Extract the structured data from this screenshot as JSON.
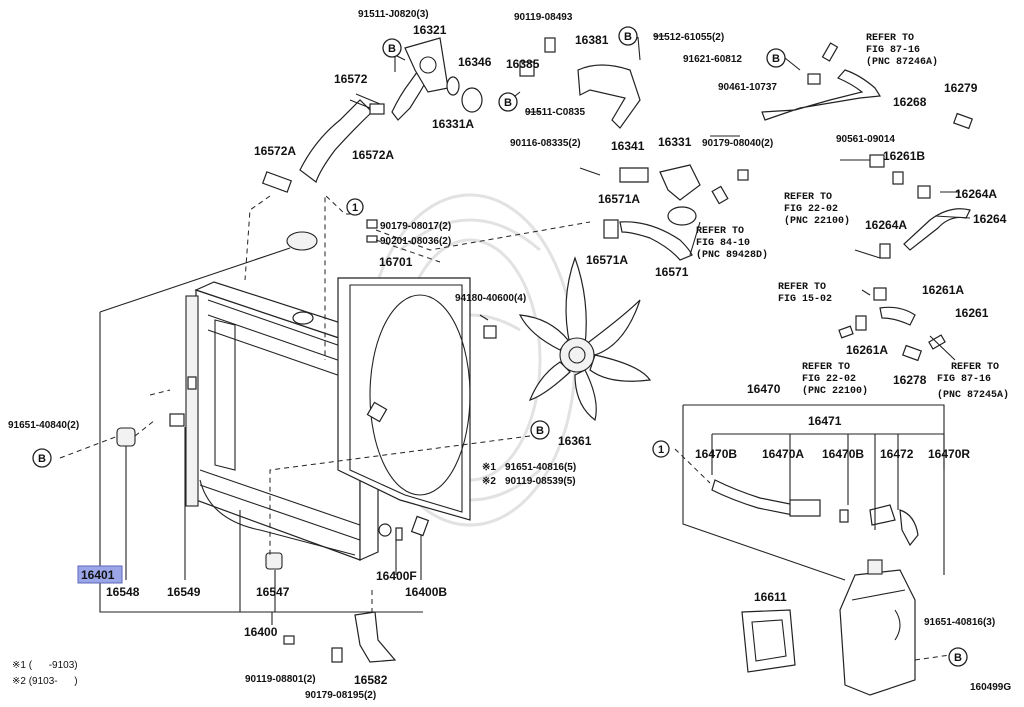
{
  "labels": {
    "p91511_J0820": "91511-J0820(3)",
    "p16321": "16321",
    "p90119_08493": "90119-08493",
    "p91512_61055": "91512-61055(2)",
    "p16381": "16381",
    "p16385": "16385",
    "p16346": "16346",
    "p16572": "16572",
    "p16331A": "16331A",
    "p16572A_top": "16572A",
    "p16572A_left": "16572A",
    "p91511_C0835": "91511-C0835",
    "p91621_60812": "91621-60812",
    "p90461_10737": "90461-10737",
    "p16279": "16279",
    "p16268": "16268",
    "p90116_08335": "90116-08335(2)",
    "p16341": "16341",
    "p16331": "16331",
    "p90179_08040": "90179-08040(2)",
    "p90561_09014": "90561-09014",
    "p16261B": "16261B",
    "p16264A_a": "16264A",
    "p16264A_b": "16264A",
    "p16264": "16264",
    "p16571A_a": "16571A",
    "p16571A_b": "16571A",
    "p16571": "16571",
    "p90179_08017": "90179-08017(2)",
    "p90201_08036": "90201-08036(2)",
    "p16701": "16701",
    "p94180_40600": "94180-40600(4)",
    "p16261A_a": "16261A",
    "p16261A_b": "16261A",
    "p16261": "16261",
    "p16278": "16278",
    "p16470": "16470",
    "p16471": "16471",
    "p16470B_a": "16470B",
    "p16470A": "16470A",
    "p16470B_b": "16470B",
    "p16472": "16472",
    "p16470R": "16470R",
    "p91651_40840": "91651-40840(2)",
    "p16361": "16361",
    "p91651_40816_5": "91651-40816(5)",
    "p90119_08539": "90119-08539(5)",
    "p16401": "16401",
    "p16548": "16548",
    "p16549": "16549",
    "p16547": "16547",
    "p16400F": "16400F",
    "p16400B": "16400B",
    "p16400": "16400",
    "p90119_08801": "90119-08801(2)",
    "p16582": "16582",
    "p90179_08195": "90179-08195(2)",
    "p16611": "16611",
    "p91651_40816_3": "91651-40816(3)"
  },
  "references": {
    "ref1_l1": "REFER TO",
    "ref1_l2": "FIG 87-16",
    "ref1_l3": "(PNC 87246A)",
    "ref2_l1": "REFER TO",
    "ref2_l2": "FIG 84-10",
    "ref2_l3": "(PNC 89428D)",
    "ref3_l1": "REFER TO",
    "ref3_l2": "FIG 22-02",
    "ref3_l3": "(PNC 22100)",
    "ref4_l1": "REFER TO",
    "ref4_l2": "FIG 15-02",
    "ref5_l1": "REFER TO",
    "ref5_l2": "FIG 22-02",
    "ref5_l3": "(PNC 22100)",
    "ref6_l1": "REFER TO",
    "ref6_l2": "FIG 87-16",
    "ref6_l3": "(PNC 87245A)"
  },
  "marks": {
    "b": "B",
    "one": "1",
    "star1": "※1",
    "star2": "※2"
  },
  "footnotes": {
    "note1": "※1 (      -9103)",
    "note2": "※2 (9103-      )"
  },
  "figure_code": "160499G",
  "highlight_part": "16401"
}
